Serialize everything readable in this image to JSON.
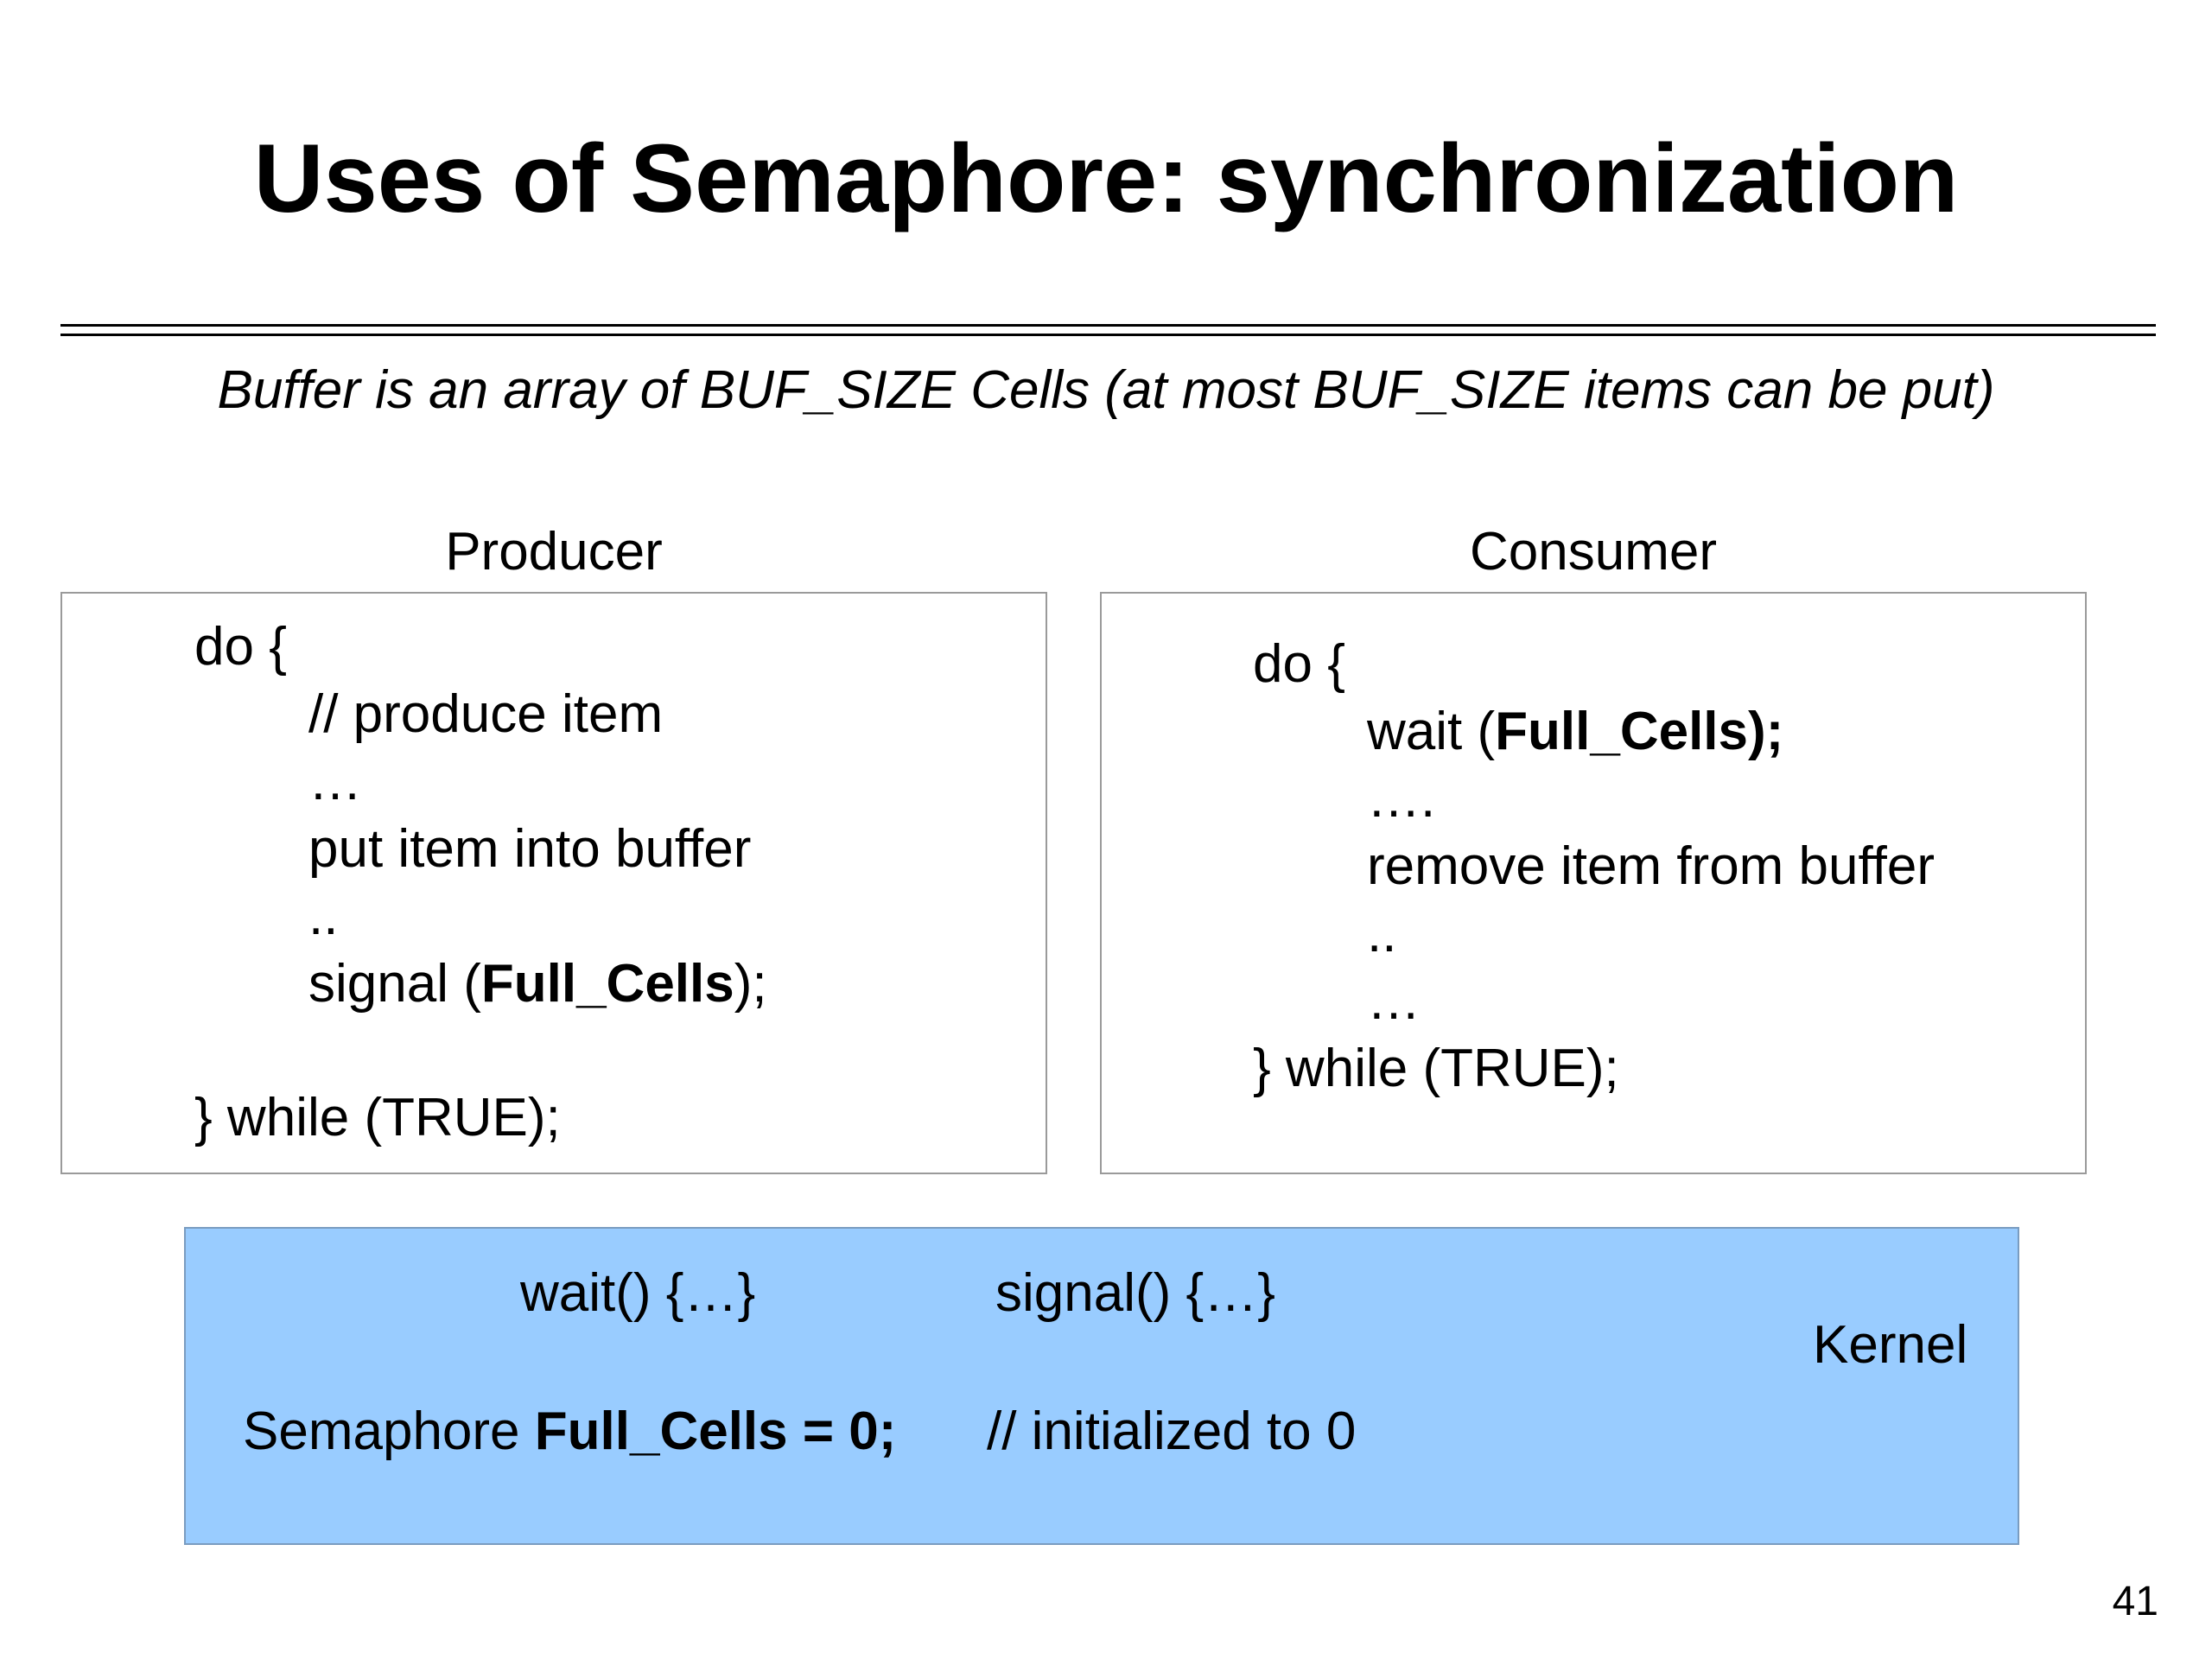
{
  "slide": {
    "title": "Uses of Semaphore: synchronization",
    "subtitle": "Buffer is an array of BUF_SIZE Cells (at most BUF_SIZE items can be put)",
    "page_number": "41"
  },
  "producer": {
    "heading": "Producer",
    "line1": "do {",
    "line2": "// produce item",
    "line3": "…",
    "line4": "put item into buffer",
    "line5": "..",
    "line6_prefix": "signal (",
    "line6_bold": "Full_Cells",
    "line6_suffix": ");",
    "line7": "} while (TRUE);"
  },
  "consumer": {
    "heading": "Consumer",
    "line1": "do {",
    "line2_prefix": "wait (",
    "line2_bold": "Full_Cells);",
    "line3": "….",
    "line4": "remove item from buffer",
    "line5": "..",
    "line6": "…",
    "line7": "} while (TRUE);"
  },
  "kernel": {
    "label": "Kernel",
    "wait_func": "wait() {…}",
    "signal_func": "signal() {…}",
    "decl_prefix": "Semaphore ",
    "decl_bold": "Full_Cells = 0;",
    "decl_comment": "//  initialized to 0"
  }
}
